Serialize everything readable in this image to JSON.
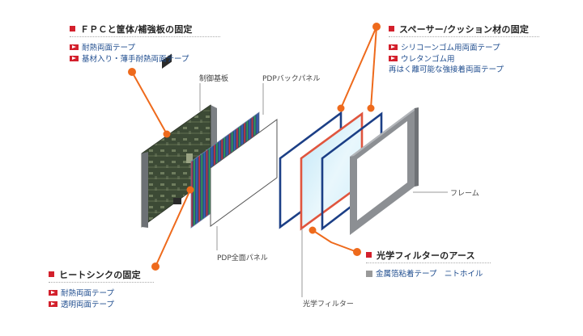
{
  "callouts": {
    "fpc": {
      "heading": "ＦＰＣと筐体/補強板の固定",
      "items": [
        "耐熱両面テープ",
        "基材入り・薄手耐熱両面テープ"
      ]
    },
    "spacer": {
      "heading": "スペーサー/クッション材の固定",
      "items": [
        "シリコーンゴム用両面テープ",
        "ウレタンゴム用"
      ],
      "item_continuation": "再はく離可能な強接着両面テープ"
    },
    "heatsink": {
      "heading": "ヒートシンクの固定",
      "items": [
        "耐熱両面テープ",
        "透明両面テープ"
      ]
    },
    "filter_ground": {
      "heading": "光学フィルターのアース",
      "items": [
        "金属箔粘着テープ　ニトホイル"
      ]
    }
  },
  "labels": {
    "control_board": "制御基板",
    "pdp_back_panel": "PDPバックパネル",
    "pdp_front_panel": "PDP全面パネル",
    "optical_filter": "光学フィルター",
    "frame": "フレーム"
  },
  "colors": {
    "accent_red": "#d3202c",
    "leader_orange": "#ee6a1c",
    "link_blue": "#1f4d8f",
    "filter_red": "#e0553e",
    "spacer_blue": "#1c3f86",
    "frame_gray": "#8c8f93"
  }
}
